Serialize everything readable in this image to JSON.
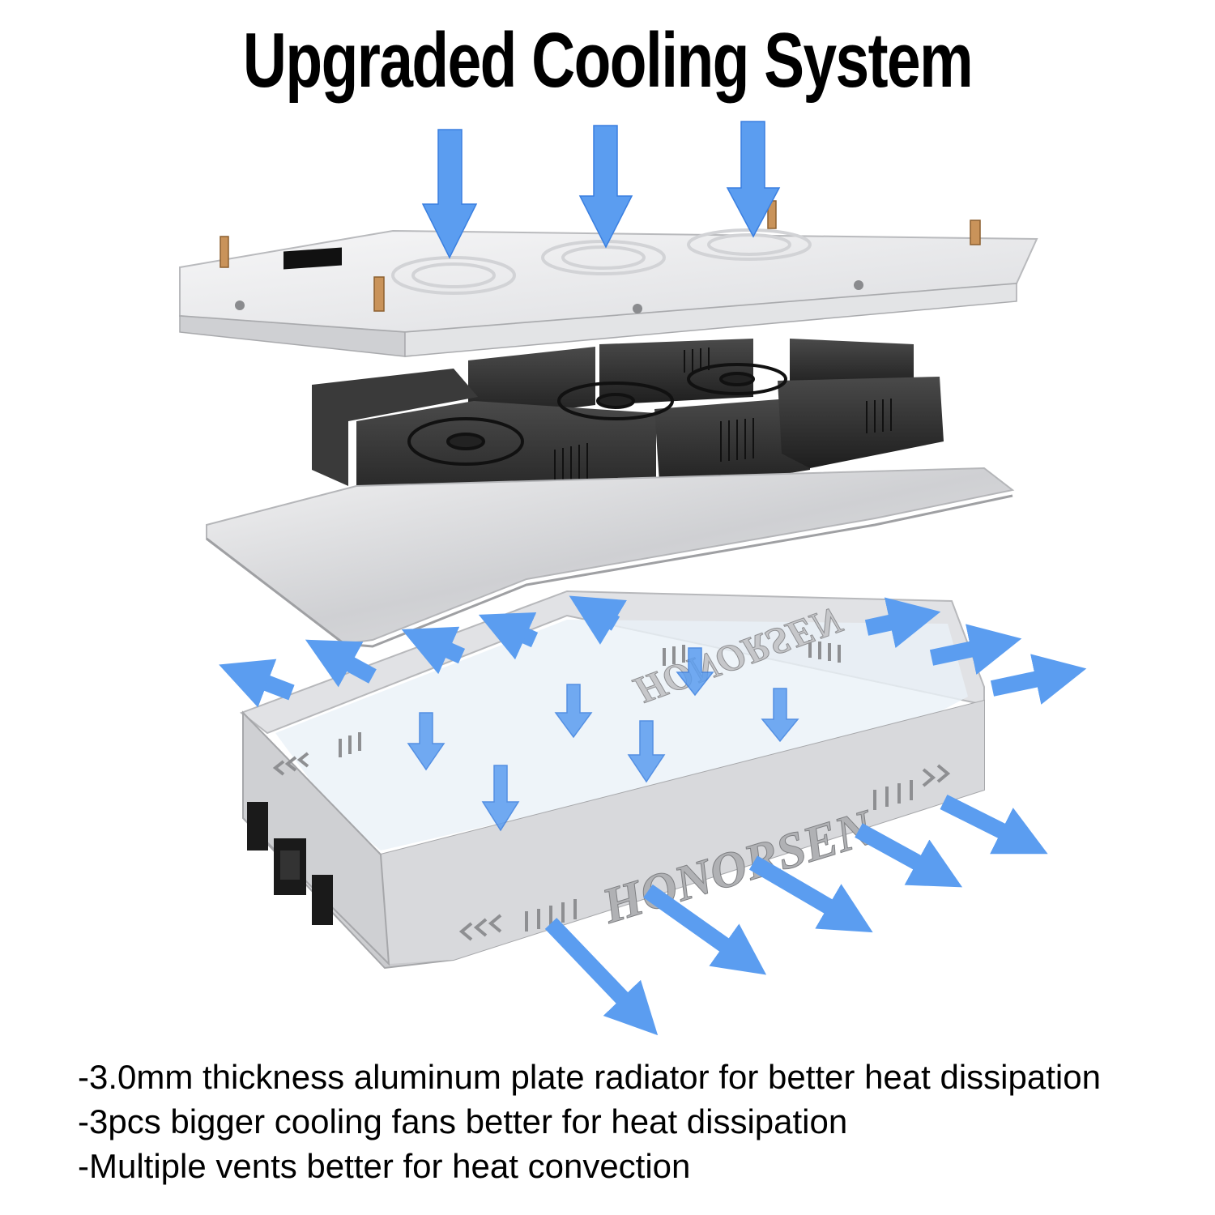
{
  "title": "Upgraded Cooling System",
  "brand": {
    "front": "HONORSEN",
    "back": "HONORSEN"
  },
  "colors": {
    "arrow": "#5b9df0",
    "arrow_dark": "#2f6fd0",
    "fan_body": "#2e2e2e",
    "plate": "#e9eaec",
    "frame": "#d9dadc"
  },
  "icons": {
    "top_arrows": "arrow-down-icon",
    "side_arrows": "arrow-out-icon",
    "fan": "fan-icon",
    "switch": "rocker-switch-icon",
    "power": "power-socket-icon"
  },
  "features": [
    "-3.0mm thickness aluminum plate radiator for better heat dissipation",
    "-3pcs bigger cooling fans better for heat dissipation",
    "-Multiple vents better for heat convection"
  ]
}
